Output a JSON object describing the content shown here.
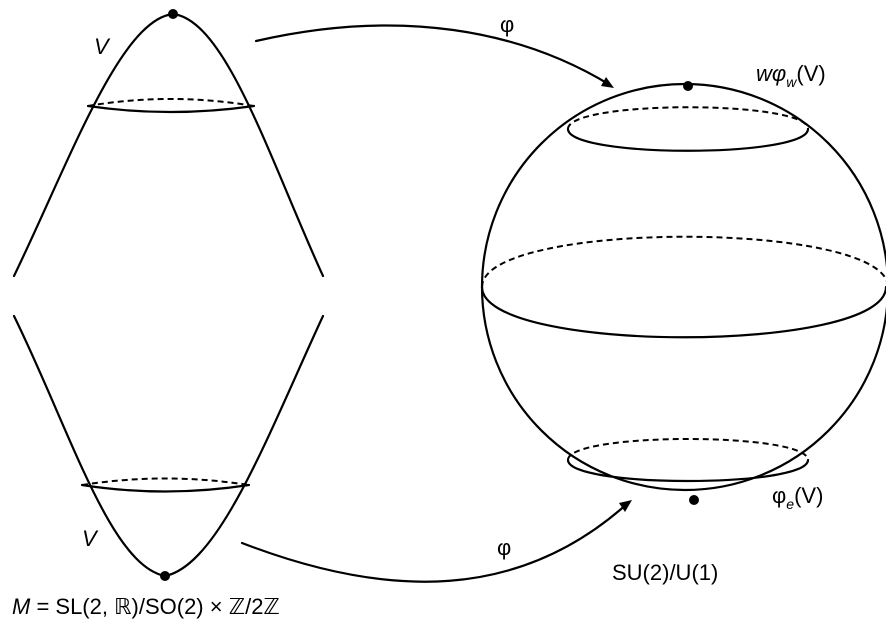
{
  "labels": {
    "v_top": "V",
    "v_bottom": "V",
    "phi_top": "φ",
    "phi_bottom": "φ",
    "w_phi_w_main": "wφ",
    "w_phi_w_sub": "w",
    "w_phi_w_arg": "(V)",
    "phi_e_main": "φ",
    "phi_e_sub": "e",
    "phi_e_arg": "(V)",
    "sphere_caption": "SU(2)/U(1)",
    "manifold_M": "M",
    "manifold_rest": " = SL(2, ℝ)/SO(2) × ℤ/2ℤ"
  }
}
